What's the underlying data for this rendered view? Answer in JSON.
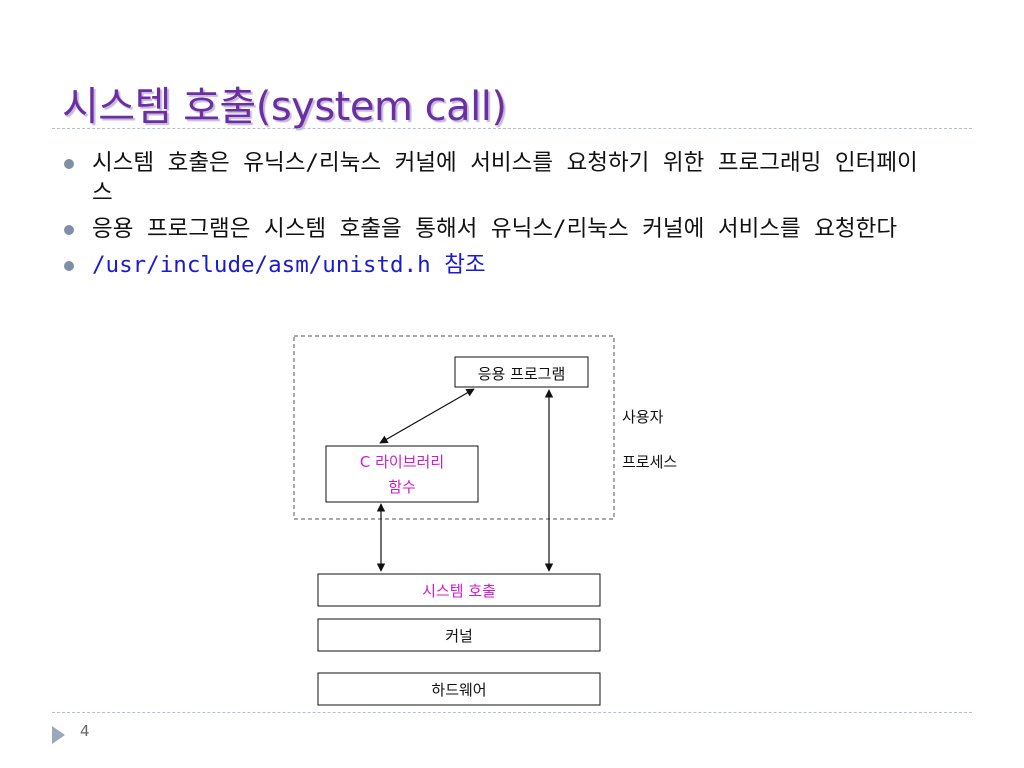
{
  "slide": {
    "title": "시스템 호출(system call)",
    "bullets": [
      {
        "text": "시스템 호출은 유닉스/리눅스 커널에 서비스를 요청하기 위한 프로그래밍 인터페이스",
        "is_link": false
      },
      {
        "text": "응용 프로그램은 시스템 호출을 통해서 유닉스/리눅스 커널에 서비스를 요청한다",
        "is_link": false
      },
      {
        "text_link": "/usr/include/asm/unistd.h",
        "text": " 참조",
        "is_link": true
      }
    ],
    "page_number": "4"
  },
  "diagram": {
    "app_box": "응용 프로그램",
    "clib_line1": "C 라이브러리",
    "clib_line2": "함수",
    "user_label_line1": "사용자",
    "user_label_line2": "프로세스",
    "syscall_box": "시스템 호출",
    "kernel_box": "커널",
    "hardware_box": "하드웨어"
  },
  "colors": {
    "title": "#6a2fa0",
    "bullet_dot": "#7f8fa6",
    "link": "#1a1ad0",
    "highlight": "#d01ad0",
    "divider": "#b3c0d3"
  }
}
